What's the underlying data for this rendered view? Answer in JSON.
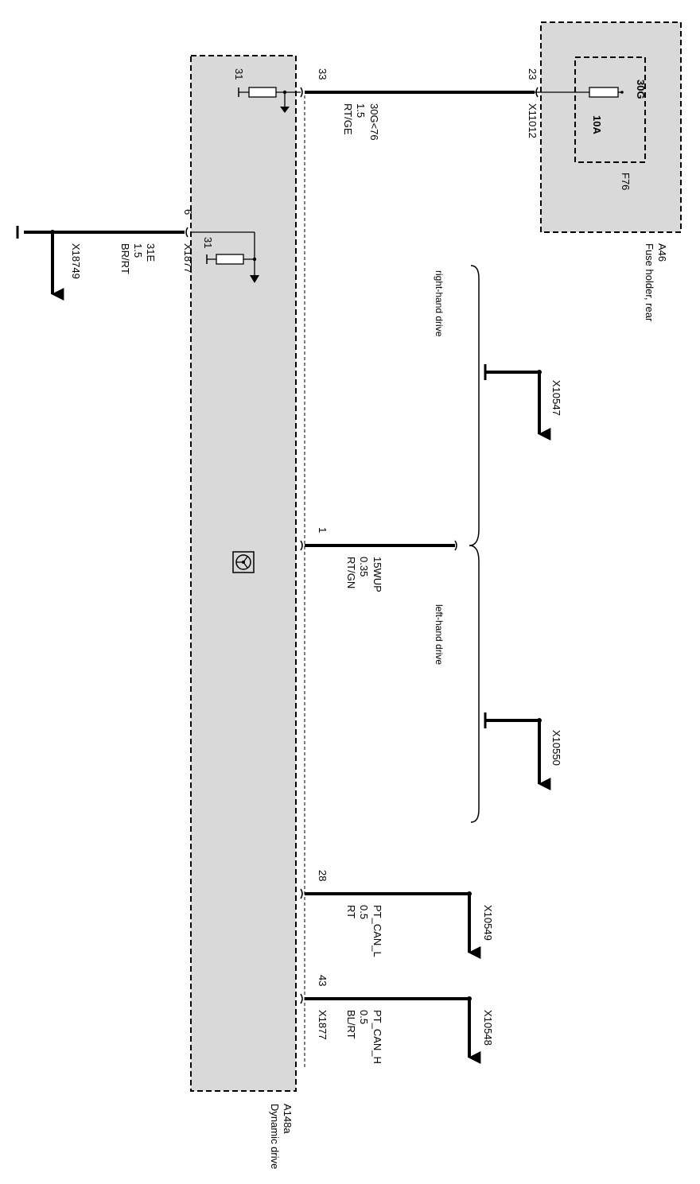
{
  "colors": {
    "module_fill": "#d9d9d9",
    "line": "#000000",
    "background": "#ffffff"
  },
  "modules": {
    "dynamic_drive": {
      "id": "A148a",
      "name": "Dynamic drive"
    },
    "fuse_holder": {
      "id": "A46",
      "name": "Fuse holder, rear"
    }
  },
  "fuse": {
    "id": "F76",
    "terminal": "30G",
    "rating": "10A"
  },
  "connectors": {
    "pin_33": {
      "pin": "33",
      "signal": "30G<76",
      "size": "1.5",
      "color": "RT/GE"
    },
    "fuse_pin_23": {
      "pin": "23",
      "connector": "X11012"
    },
    "pin_6": {
      "pin": "6",
      "connector": "X1877",
      "signal": "31E",
      "size": "1.5",
      "color": "BR/RT",
      "destination": "X18749"
    },
    "ground_top": {
      "label": "31"
    },
    "ground_left": {
      "label": "31"
    },
    "pin_1": {
      "pin": "1",
      "signal": "15WUP",
      "size": "0.35",
      "color": "RT/GN"
    },
    "pin_28": {
      "pin": "28",
      "signal": "PT_CAN_L",
      "size": "0.5",
      "color": "RT",
      "destination": "X10549"
    },
    "pin_43": {
      "pin": "43",
      "connector": "X1877",
      "signal": "PT_CAN_H",
      "size": "0.5",
      "color": "BL/RT",
      "destination": "X10548"
    }
  },
  "variants": {
    "right_hand_drive": {
      "label": "right-hand drive",
      "destination": "X10547"
    },
    "left_hand_drive": {
      "label": "left-hand drive",
      "destination": "X10550"
    }
  },
  "icons": {
    "steering": "steering-wheel-icon",
    "ground": "ground-symbol-icon",
    "resistor": "resistor-icon",
    "arrow": "arrow-down-icon"
  }
}
